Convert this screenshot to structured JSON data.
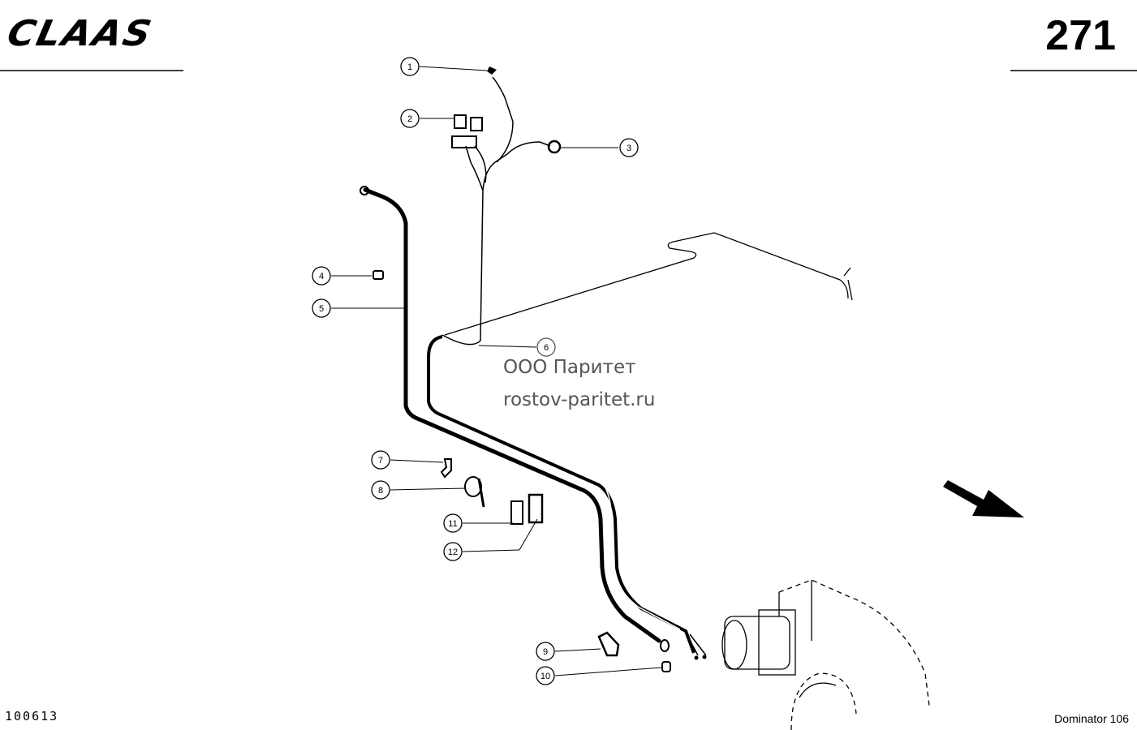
{
  "header": {
    "brand": "CLAAS",
    "page_number": "271"
  },
  "footer": {
    "drawing_number": "100613",
    "model": "Dominator 106"
  },
  "watermark": {
    "company": "ООО Паритет",
    "website": "rostov-paritet.ru"
  },
  "callouts": [
    "1",
    "2",
    "3",
    "4",
    "5",
    "6",
    "7",
    "8",
    "9",
    "10",
    "11",
    "12"
  ]
}
